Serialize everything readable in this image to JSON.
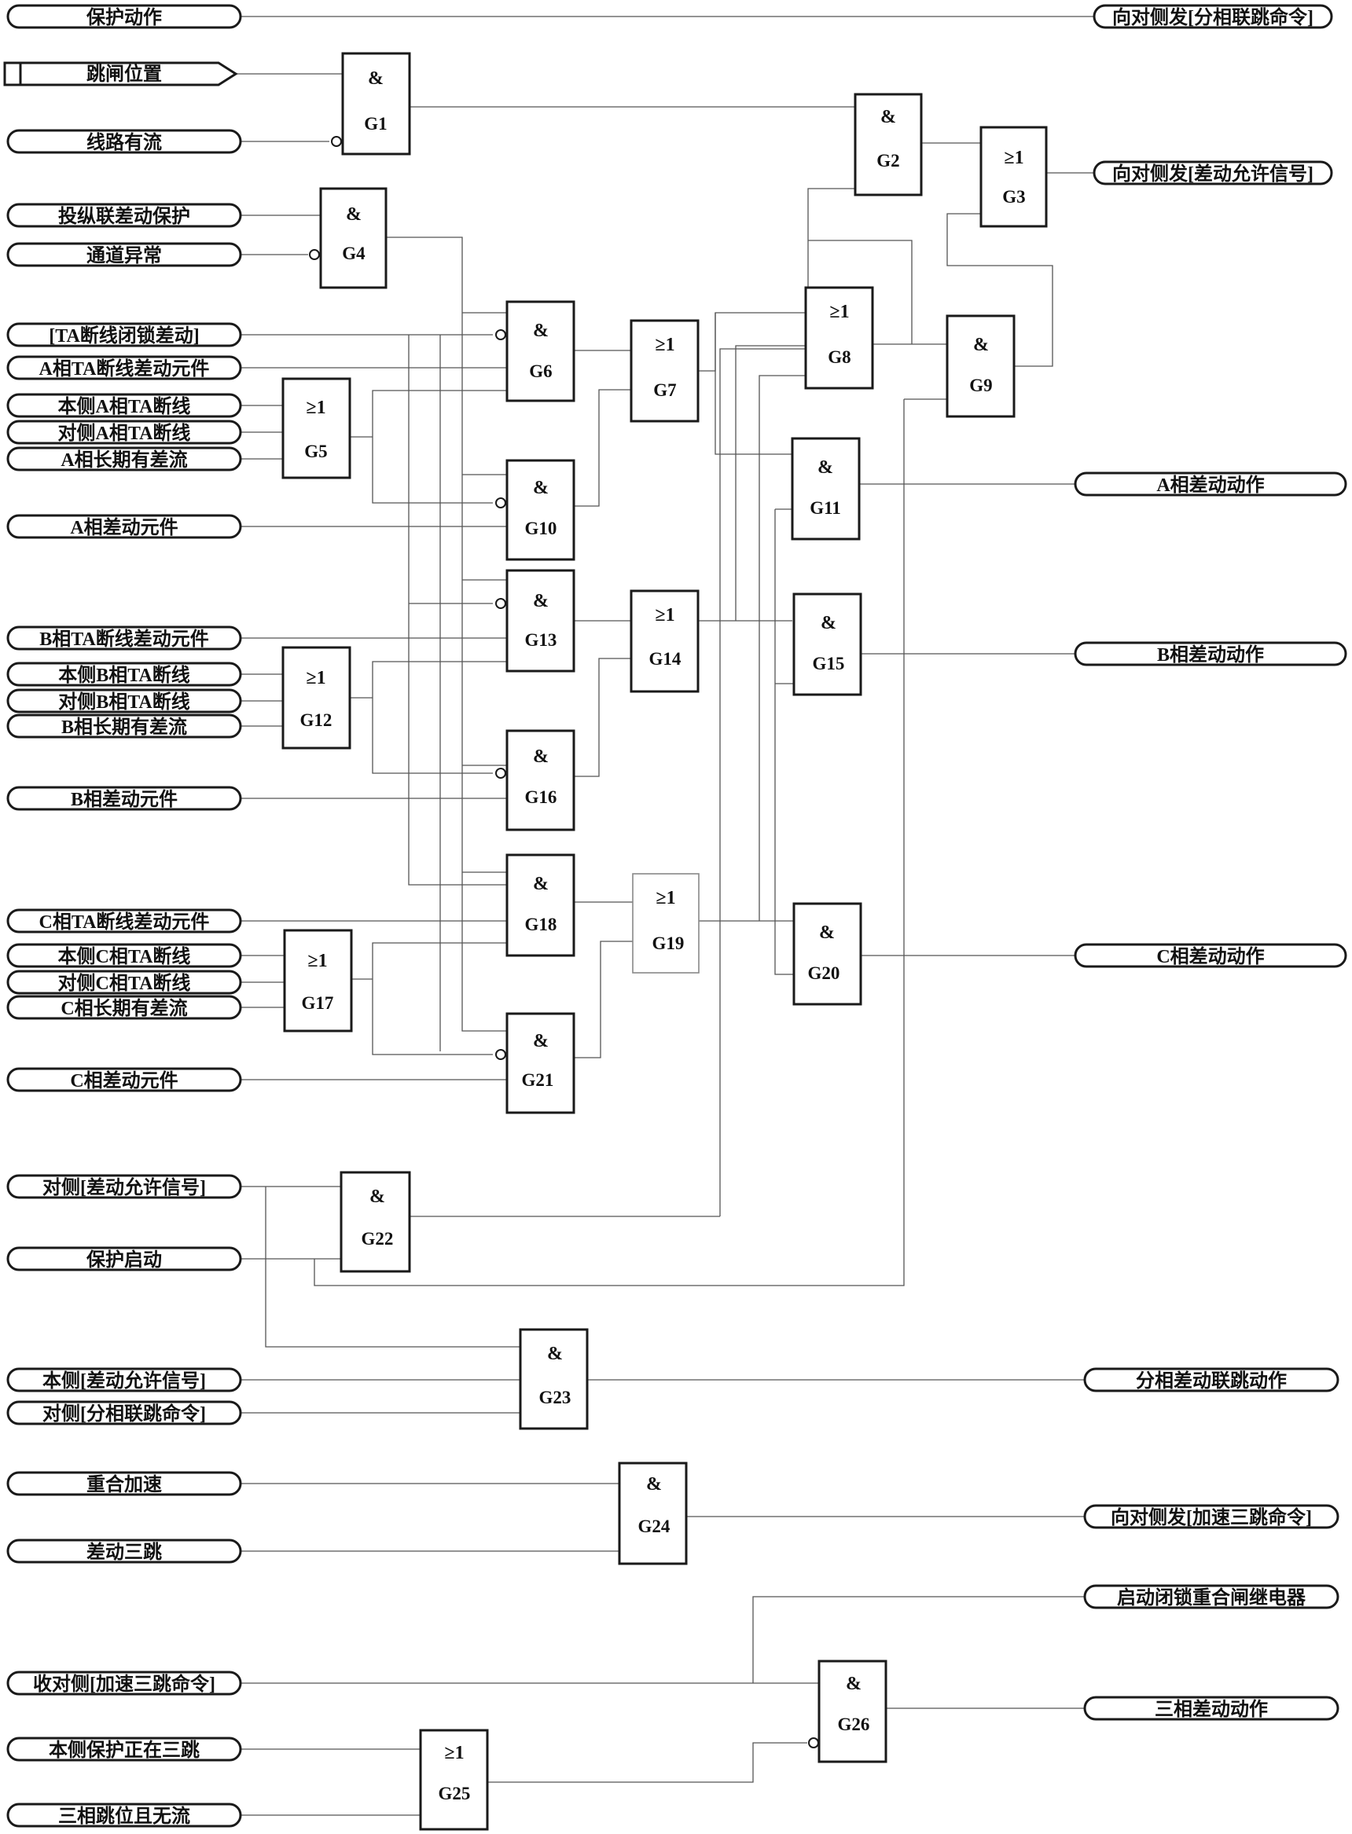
{
  "inputs": {
    "protect_act": "保护动作",
    "trip_pos": "跳闸位置",
    "line_current": "线路有流",
    "enable_diff": "投纵联差动保护",
    "channel_fault": "通道异常",
    "ta_lock": "[TA断线闭锁差动]",
    "a_ta_elem": "A相TA断线差动元件",
    "a_local_ta": "本侧A相TA断线",
    "a_remote_ta": "对侧A相TA断线",
    "a_long_diff": "A相长期有差流",
    "a_diff_elem": "A相差动元件",
    "b_ta_elem": "B相TA断线差动元件",
    "b_local_ta": "本侧B相TA断线",
    "b_remote_ta": "对侧B相TA断线",
    "b_long_diff": "B相长期有差流",
    "b_diff_elem": "B相差动元件",
    "c_ta_elem": "C相TA断线差动元件",
    "c_local_ta": "本侧C相TA断线",
    "c_remote_ta": "对侧C相TA断线",
    "c_long_diff": "C相长期有差流",
    "c_diff_elem": "C相差动元件",
    "remote_permit": "对侧[差动允许信号]",
    "protect_start": "保护启动",
    "local_permit": "本侧[差动允许信号]",
    "remote_phase_trip": "对侧[分相联跳命令]",
    "reclose_accel": "重合加速",
    "diff_three_trip": "差动三跳",
    "recv_accel_trip": "收对侧[加速三跳命令]",
    "local_three_trip": "本侧保护正在三跳",
    "three_open_nocurrent": "三相跳位且无流"
  },
  "outputs": {
    "send_phase_trip": "向对侧发[分相联跳命令]",
    "send_permit": "向对侧发[差动允许信号]",
    "a_diff_act": "A相差动动作",
    "b_diff_act": "B相差动动作",
    "c_diff_act": "C相差动动作",
    "phase_diff_trip": "分相差动联跳动作",
    "send_accel_trip": "向对侧发[加速三跳命令]",
    "lock_reclose": "启动闭锁重合闸继电器",
    "three_phase_act": "三相差动动作"
  },
  "symbols": {
    "and": "&",
    "or": "≥1"
  },
  "gates": {
    "g1": "G1",
    "g2": "G2",
    "g3": "G3",
    "g4": "G4",
    "g5": "G5",
    "g6": "G6",
    "g7": "G7",
    "g8": "G8",
    "g9": "G9",
    "g10": "G10",
    "g11": "G11",
    "g12": "G12",
    "g13": "G13",
    "g14": "G14",
    "g15": "G15",
    "g16": "G16",
    "g17": "G17",
    "g18": "G18",
    "g19": "G19",
    "g20": "G20",
    "g21": "G21",
    "g22": "G22",
    "g23": "G23",
    "g24": "G24",
    "g25": "G25",
    "g26": "G26"
  }
}
